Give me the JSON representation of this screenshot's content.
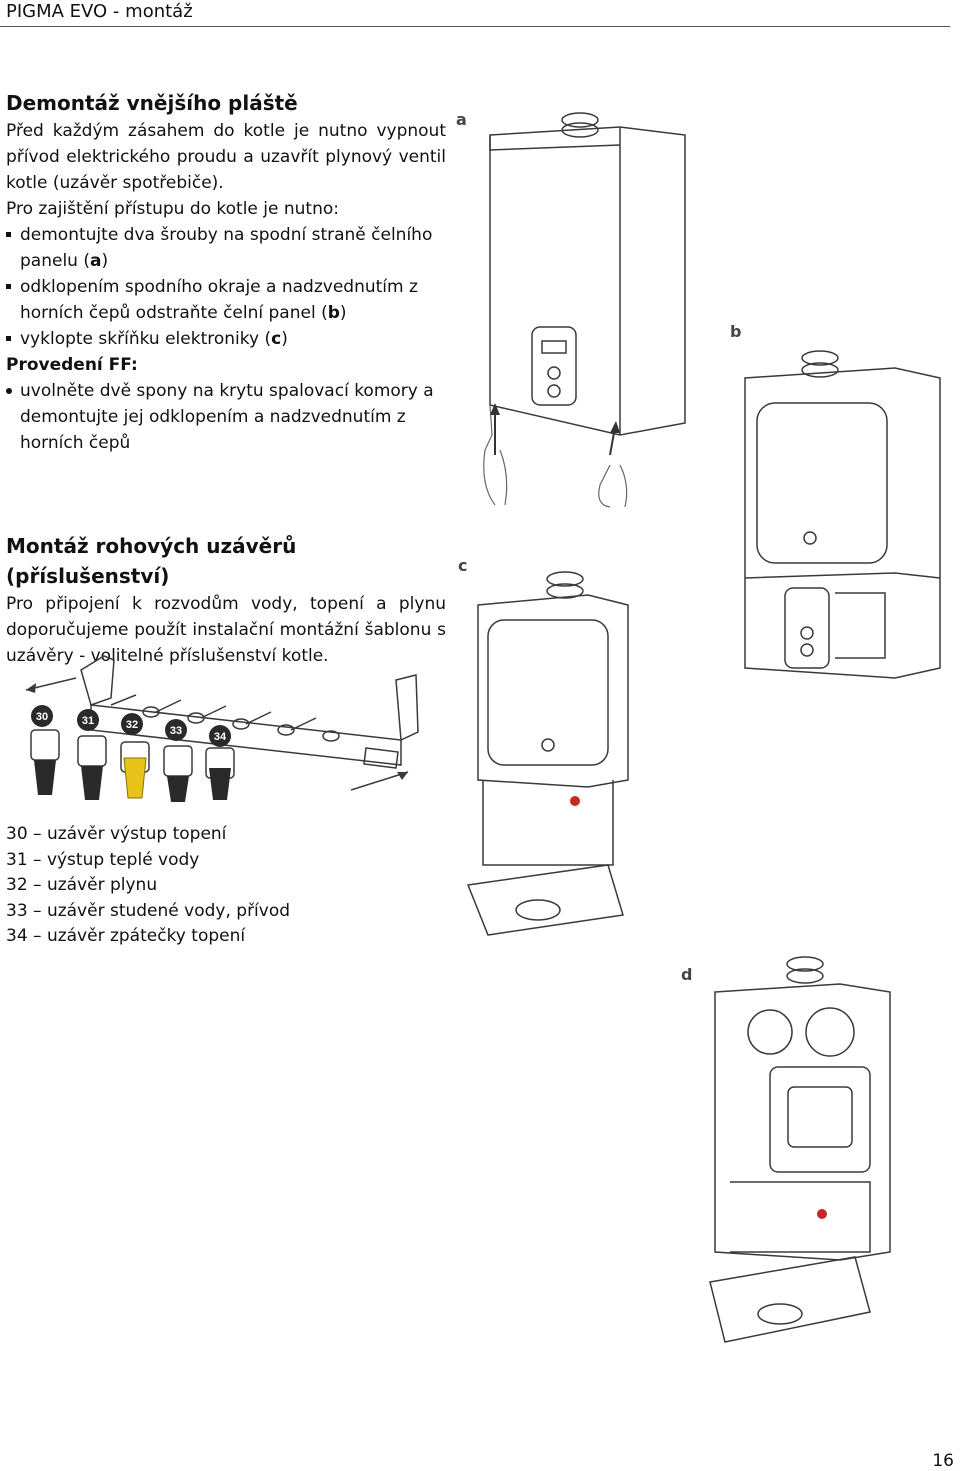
{
  "header": {
    "title": "PIGMA EVO - montáž"
  },
  "section1": {
    "heading": "Demontáž vnějšího pláště",
    "intro": "Před každým zásahem do kotle je nutno vypnout přívod elektrického proudu a uzavřít plynový ventil kotle (uzávěr spotřebiče).",
    "lead": "Pro zajištění přístupu do kotle je nutno:",
    "steps": [
      {
        "pre": "demontujte dva šrouby na spodní straně čelního panelu (",
        "ref": "a",
        "post": ")"
      },
      {
        "pre": "odklopením spodního okraje a nadzvednutím z horních čepů odstraňte čelní panel (",
        "ref": "b",
        "post": ")"
      },
      {
        "pre": "vyklopte skříňku elektroniky (",
        "ref": "c",
        "post": ")"
      }
    ],
    "ff_heading": "Provedení FF:",
    "ff_steps": [
      "uvolněte dvě spony na krytu spalovací komory a demontujte jej odklopením a nadzvednutím z horních čepů"
    ]
  },
  "section2": {
    "heading": "Montáž rohových uzávěrů (příslušenství)",
    "intro": "Pro připojení k rozvodům vody, topení a plynu doporučujeme použít instalační montážní šablonu s uzávěry - volitelné příslušenství kotle."
  },
  "valves_figure": {
    "numbers": [
      "30",
      "31",
      "32",
      "33",
      "34"
    ]
  },
  "legend": [
    "30 – uzávěr výstup topení",
    "31 – výstup teplé vody",
    "32 – uzávěr plynu",
    "33 – uzávěr studené vody, přívod",
    "34 – uzávěr zpátečky topení"
  ],
  "figures": {
    "a": "a",
    "b": "b",
    "c": "c",
    "d": "d"
  },
  "page_number": "16",
  "colors": {
    "gas_valve": "#e8c41a",
    "valve_handle": "#2a2a2a",
    "outline": "#3a3a3a"
  }
}
